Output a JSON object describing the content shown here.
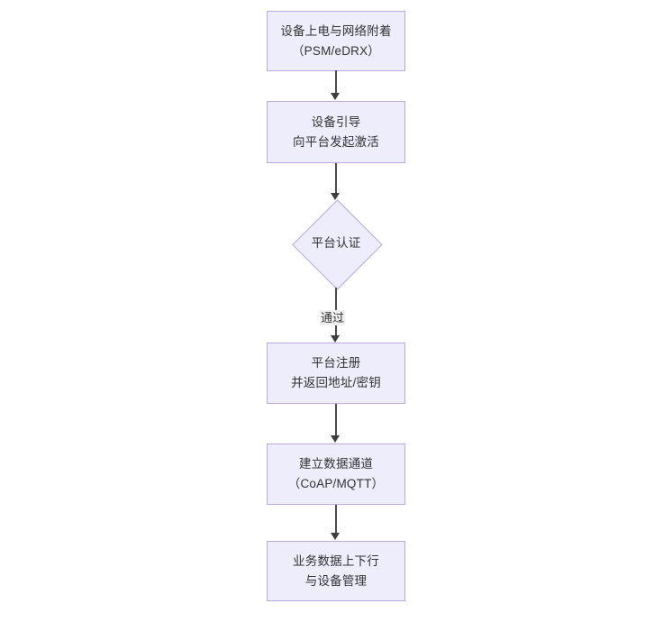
{
  "diagram": {
    "type": "flowchart",
    "orientation": "top-to-bottom",
    "background_color": "#ffffff",
    "node_fill_color": "#ededfc",
    "node_border_color": "#bba8e0",
    "text_color": "#333333",
    "edge_color": "#4b4b4b",
    "nodes": [
      {
        "id": "power-on",
        "shape": "rectangle",
        "line1": "设备上电与网络附着",
        "line2": "（PSM/eDRX）"
      },
      {
        "id": "bootstrap",
        "shape": "rectangle",
        "line1": "设备引导",
        "line2": "向平台发起激活"
      },
      {
        "id": "platform-auth",
        "shape": "diamond",
        "line1": "平台认证"
      },
      {
        "id": "platform-register",
        "shape": "rectangle",
        "line1": "平台注册",
        "line2": "并返回地址/密钥"
      },
      {
        "id": "data-channel",
        "shape": "rectangle",
        "line1": "建立数据通道",
        "line2": "（CoAP/MQTT）"
      },
      {
        "id": "service-data",
        "shape": "rectangle",
        "line1": "业务数据上下行",
        "line2": "与设备管理"
      }
    ],
    "edges": [
      {
        "from": "power-on",
        "to": "bootstrap",
        "label": ""
      },
      {
        "from": "bootstrap",
        "to": "platform-auth",
        "label": ""
      },
      {
        "from": "platform-auth",
        "to": "platform-register",
        "label": "通过"
      },
      {
        "from": "platform-register",
        "to": "data-channel",
        "label": ""
      },
      {
        "from": "data-channel",
        "to": "service-data",
        "label": ""
      }
    ]
  }
}
